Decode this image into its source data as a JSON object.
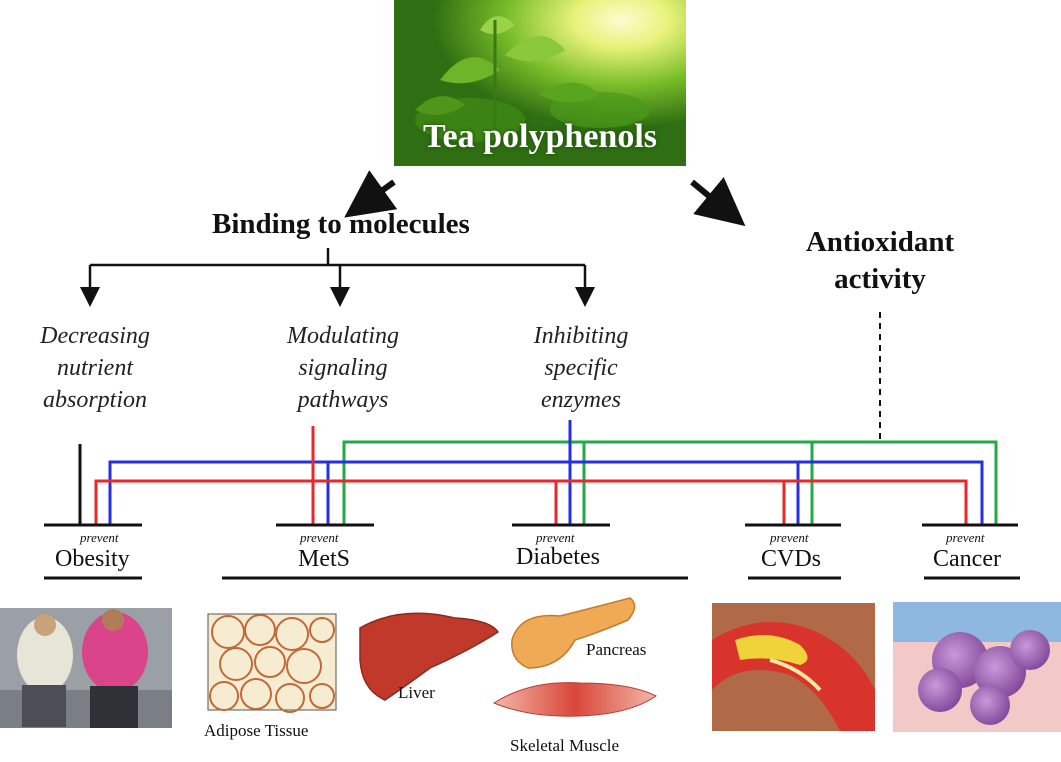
{
  "root": {
    "title": "Tea polyphenols"
  },
  "mechanisms": {
    "binding": "Binding to molecules",
    "antioxidant_line1": "Antioxidant",
    "antioxidant_line2": "activity"
  },
  "effects": [
    {
      "lines": [
        "Decreasing",
        "nutrient",
        "absorption"
      ]
    },
    {
      "lines": [
        "Modulating",
        "signaling",
        "pathways"
      ]
    },
    {
      "lines": [
        "Inhibiting",
        "specific",
        "enzymes"
      ]
    }
  ],
  "prevent_label": "prevent",
  "diseases": [
    "Obesity",
    "MetS",
    "Diabetes",
    "CVDs",
    "Cancer"
  ],
  "tissue_captions": {
    "adipose": "Adipose Tissue",
    "liver": "Liver",
    "pancreas": "Pancreas",
    "muscle": "Skeletal Muscle"
  },
  "colors": {
    "black_line": "#111111",
    "red_line": "#e8282b",
    "blue_line": "#2630e0",
    "green_line": "#22aa44",
    "leaf_green": "#4d9a1c"
  }
}
